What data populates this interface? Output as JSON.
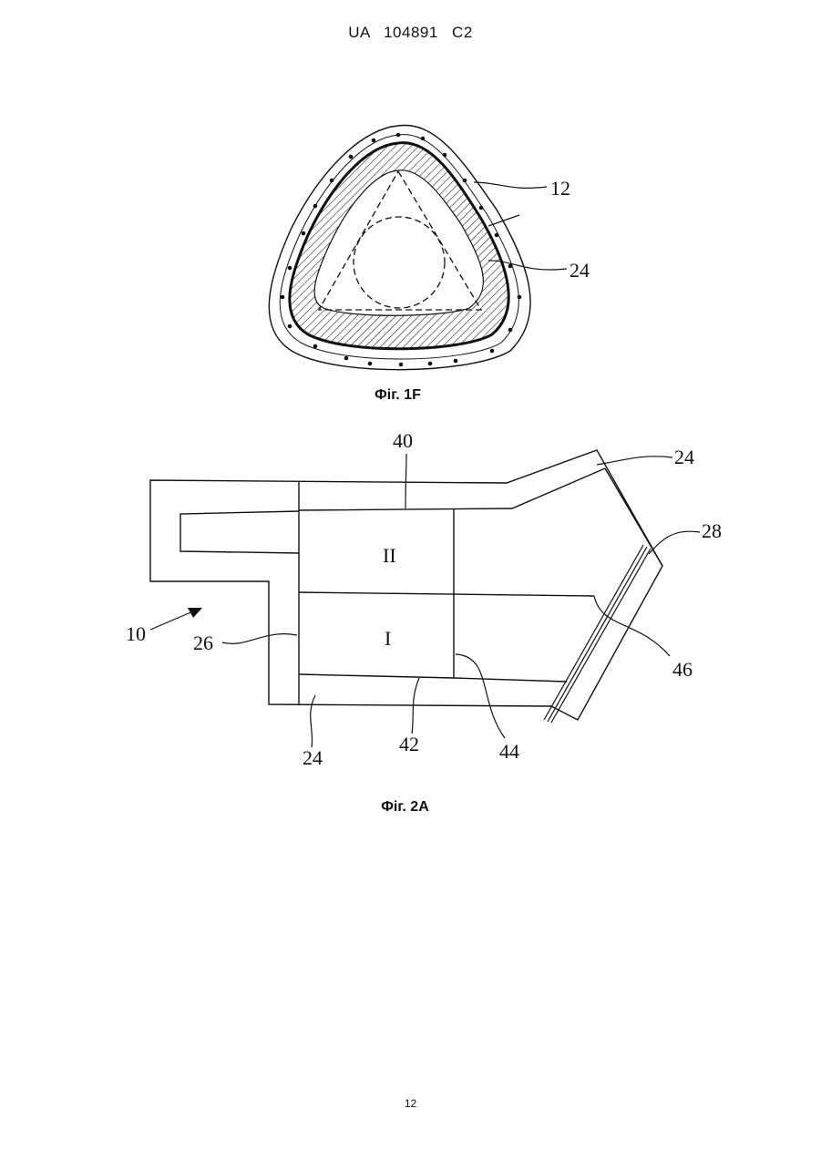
{
  "header": {
    "text": "UA   104891   C2"
  },
  "figure_1f": {
    "caption": "Фіг. 1F",
    "refs": {
      "r12": "12",
      "r24": "24"
    }
  },
  "figure_2a": {
    "caption": "Фіг. 2A",
    "zones": {
      "upper": "II",
      "lower": "I"
    },
    "refs": {
      "r10": "10",
      "r24_top": "24",
      "r24_bottom": "24",
      "r26": "26",
      "r28": "28",
      "r40": "40",
      "r42": "42",
      "r44": "44",
      "r46": "46"
    }
  },
  "footer": {
    "page_number": "12"
  }
}
